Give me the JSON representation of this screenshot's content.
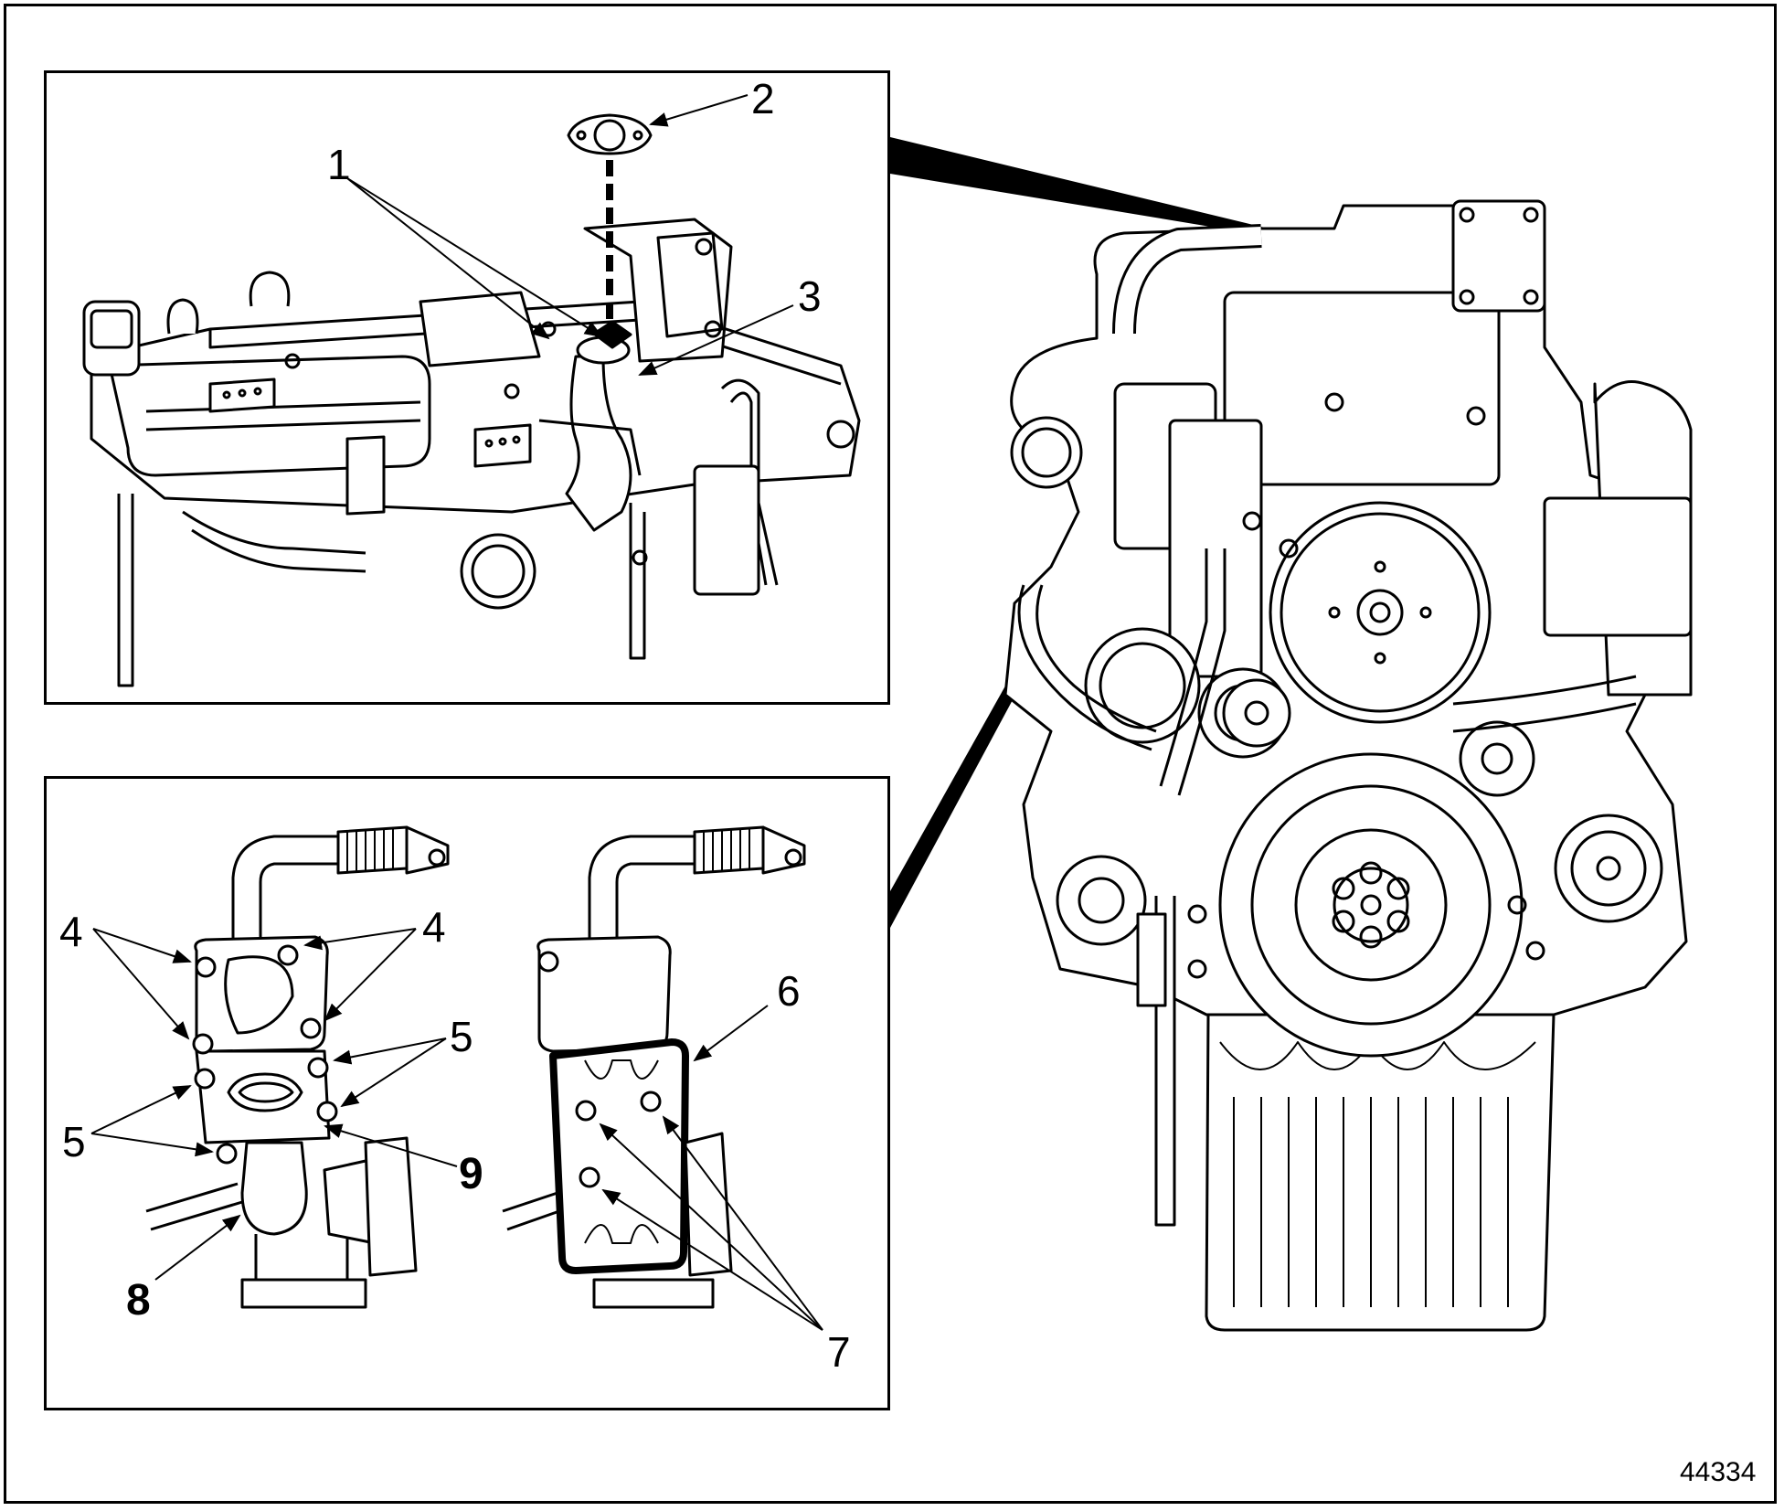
{
  "figure": {
    "number": "44334"
  },
  "callouts": {
    "c1": "1",
    "c2": "2",
    "c3": "3",
    "c4a": "4",
    "c4b": "4",
    "c5a": "5",
    "c5b": "5",
    "c6": "6",
    "c7": "7",
    "c8": "8",
    "c9": "9"
  },
  "colors": {
    "line": "#000000",
    "background": "#ffffff"
  }
}
